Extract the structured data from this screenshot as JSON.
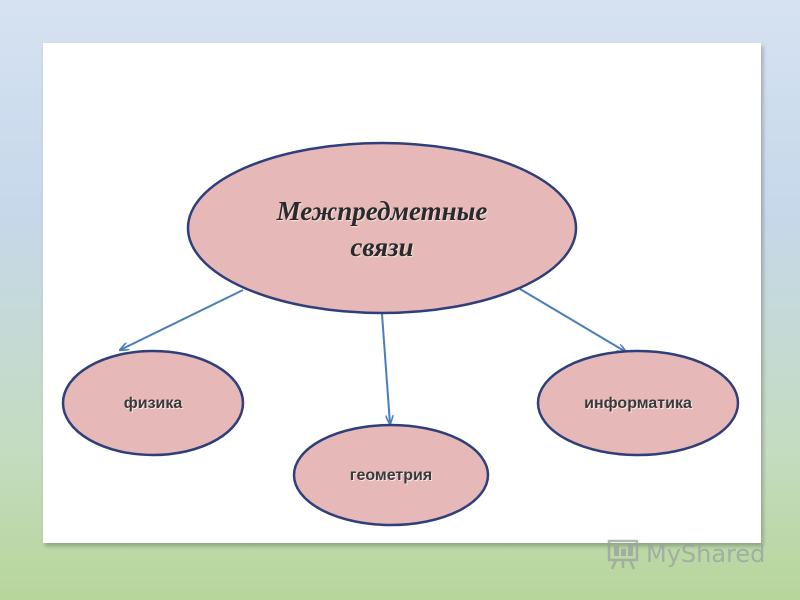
{
  "diagram": {
    "central": {
      "line1": "Межпредметные",
      "line2": "связи"
    },
    "nodes": [
      {
        "id": "physics",
        "label": "физика"
      },
      {
        "id": "geometry",
        "label": "геометрия"
      },
      {
        "id": "informatics",
        "label": "информатика"
      }
    ],
    "colors": {
      "node_fill": "#e6b9b8",
      "node_stroke": "#2f3f7a",
      "arrow": "#4a7ebb"
    }
  },
  "watermark": {
    "text": "MyShared",
    "icon": "presentation-board-icon"
  }
}
